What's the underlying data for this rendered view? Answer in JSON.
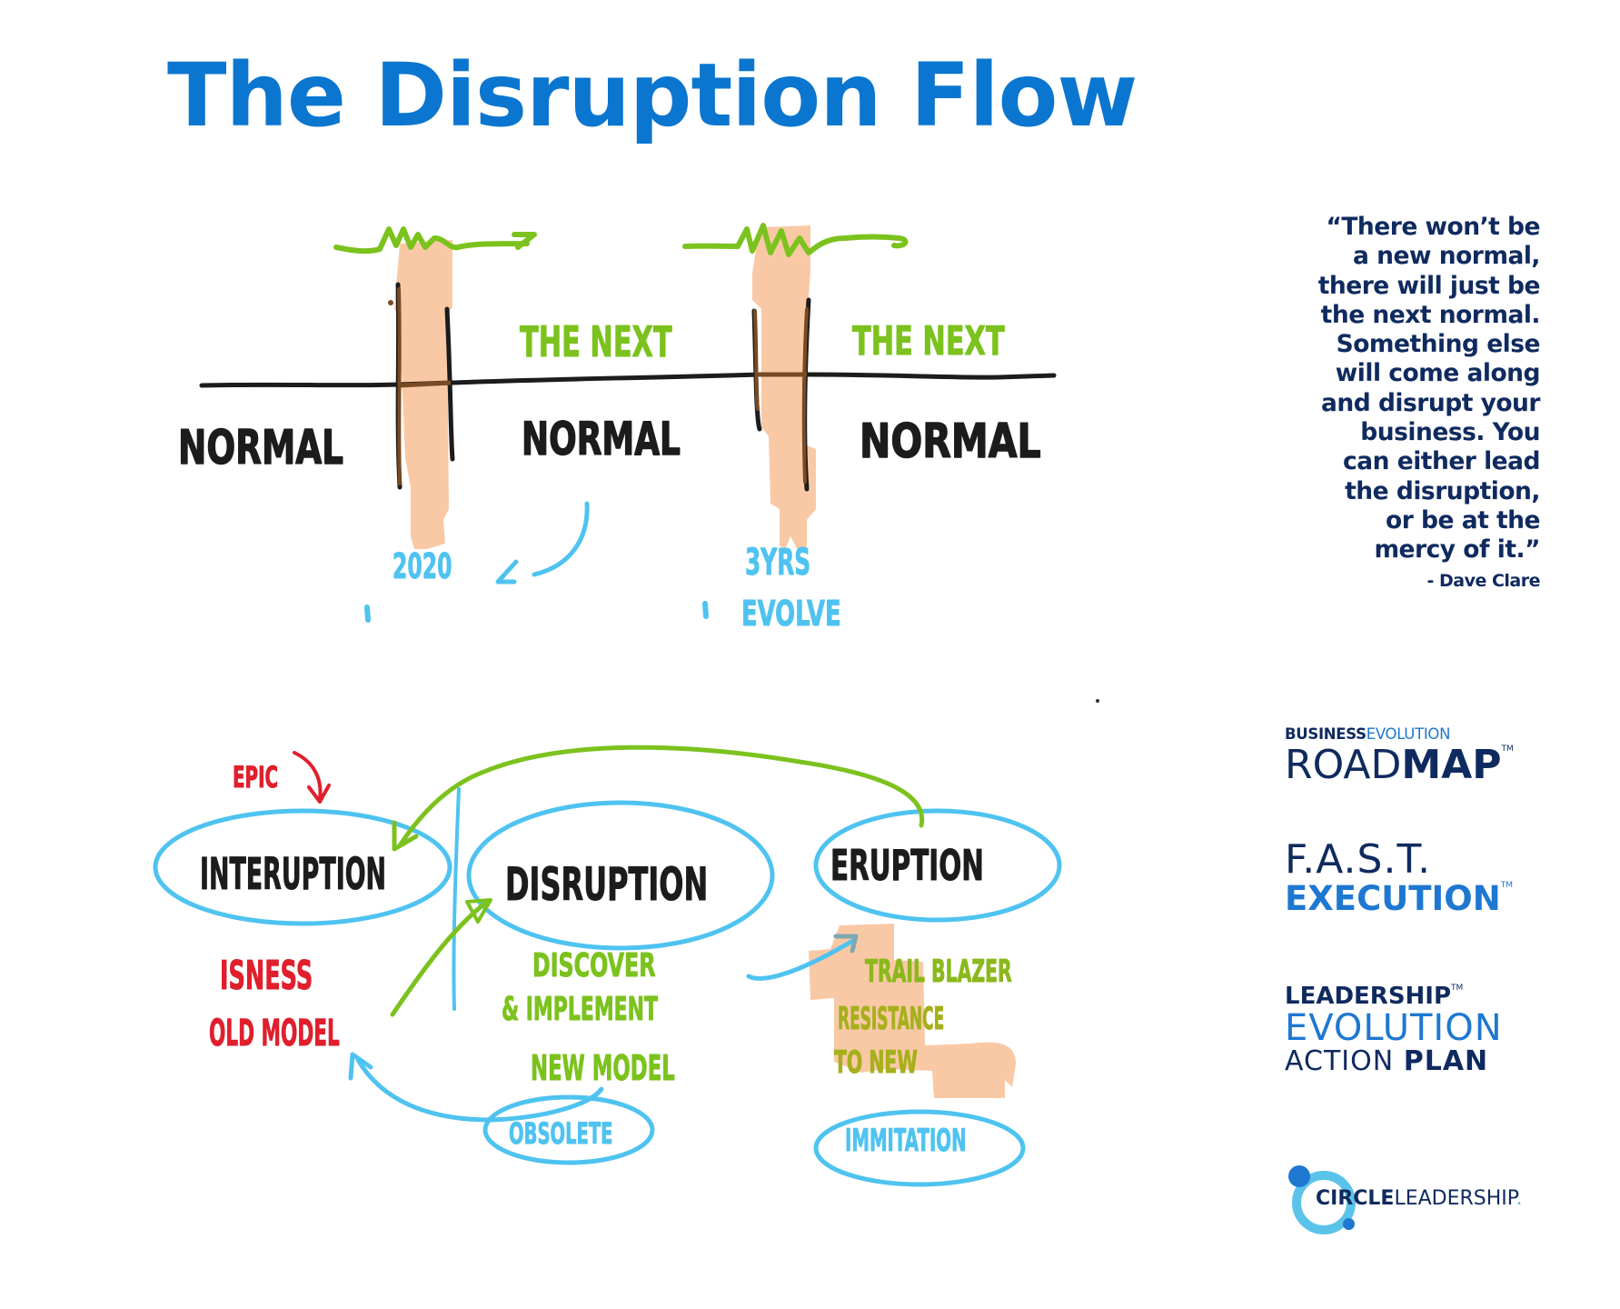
{
  "title": "The Disruption Flow",
  "colors": {
    "title_blue": "#0B76CF",
    "navy": "#0F2A5F",
    "sketch_green": "#7CC21E",
    "sketch_blue": "#4FC3F0",
    "sketch_red": "#E01F2D",
    "sketch_black": "#1C1C1C",
    "highlight_peach": "#F9C9A6",
    "pillar_brown": "#7A4A22"
  },
  "quote": {
    "lines": [
      "“There won’t be",
      "a new normal,",
      "there will just be",
      "the next normal.",
      "Something else",
      "will come along",
      "and disrupt your",
      "business. You",
      "can either lead",
      "the disruption,",
      "or be at the",
      "mercy of it.”"
    ],
    "author": "- Dave Clare"
  },
  "timeline": {
    "labels": {
      "normal_1": "NORMAL",
      "normal_2": "NORMAL",
      "normal_3": "NORMAL",
      "the_next_1": "THE NEXT",
      "the_next_2": "THE NEXT",
      "year": "2020",
      "duration": "3YRS",
      "evolve": "EVOLVE"
    }
  },
  "flow": {
    "nodes": {
      "interruption": "INTERUPTION",
      "disruption": "DISRUPTION",
      "eruption": "ERUPTION",
      "obsolete": "OBSOLETE",
      "immitation": "IMMITATION"
    },
    "notes": {
      "epic": "EPIC",
      "isness": "ISNESS",
      "old_model": "OLD MODEL",
      "discover": "DISCOVER",
      "implement": "& IMPLEMENT",
      "new_model": "NEW MODEL",
      "trail_blazer": "TRAIL BLAZER",
      "resistance": "RESISTANCE",
      "to_new": "TO NEW"
    }
  },
  "logos": {
    "roadmap": {
      "line1_bold": "BUSINESS",
      "line1_light": "EVOLUTION",
      "line2_light": "ROAD",
      "line2_bold": "MAP",
      "tm": "TM"
    },
    "fast": {
      "line1": "F.A.S.T.",
      "line2": "EXECUTION",
      "tm": "TM"
    },
    "leadership": {
      "line1": "LEADERSHIP",
      "line2": "EVOLUTION",
      "line3_light": "ACTION ",
      "line3_bold": "PLAN",
      "tm": "TM"
    },
    "circle": {
      "bold": "CIRCLE",
      "light": "LEADERSHIP",
      "period": "."
    }
  }
}
